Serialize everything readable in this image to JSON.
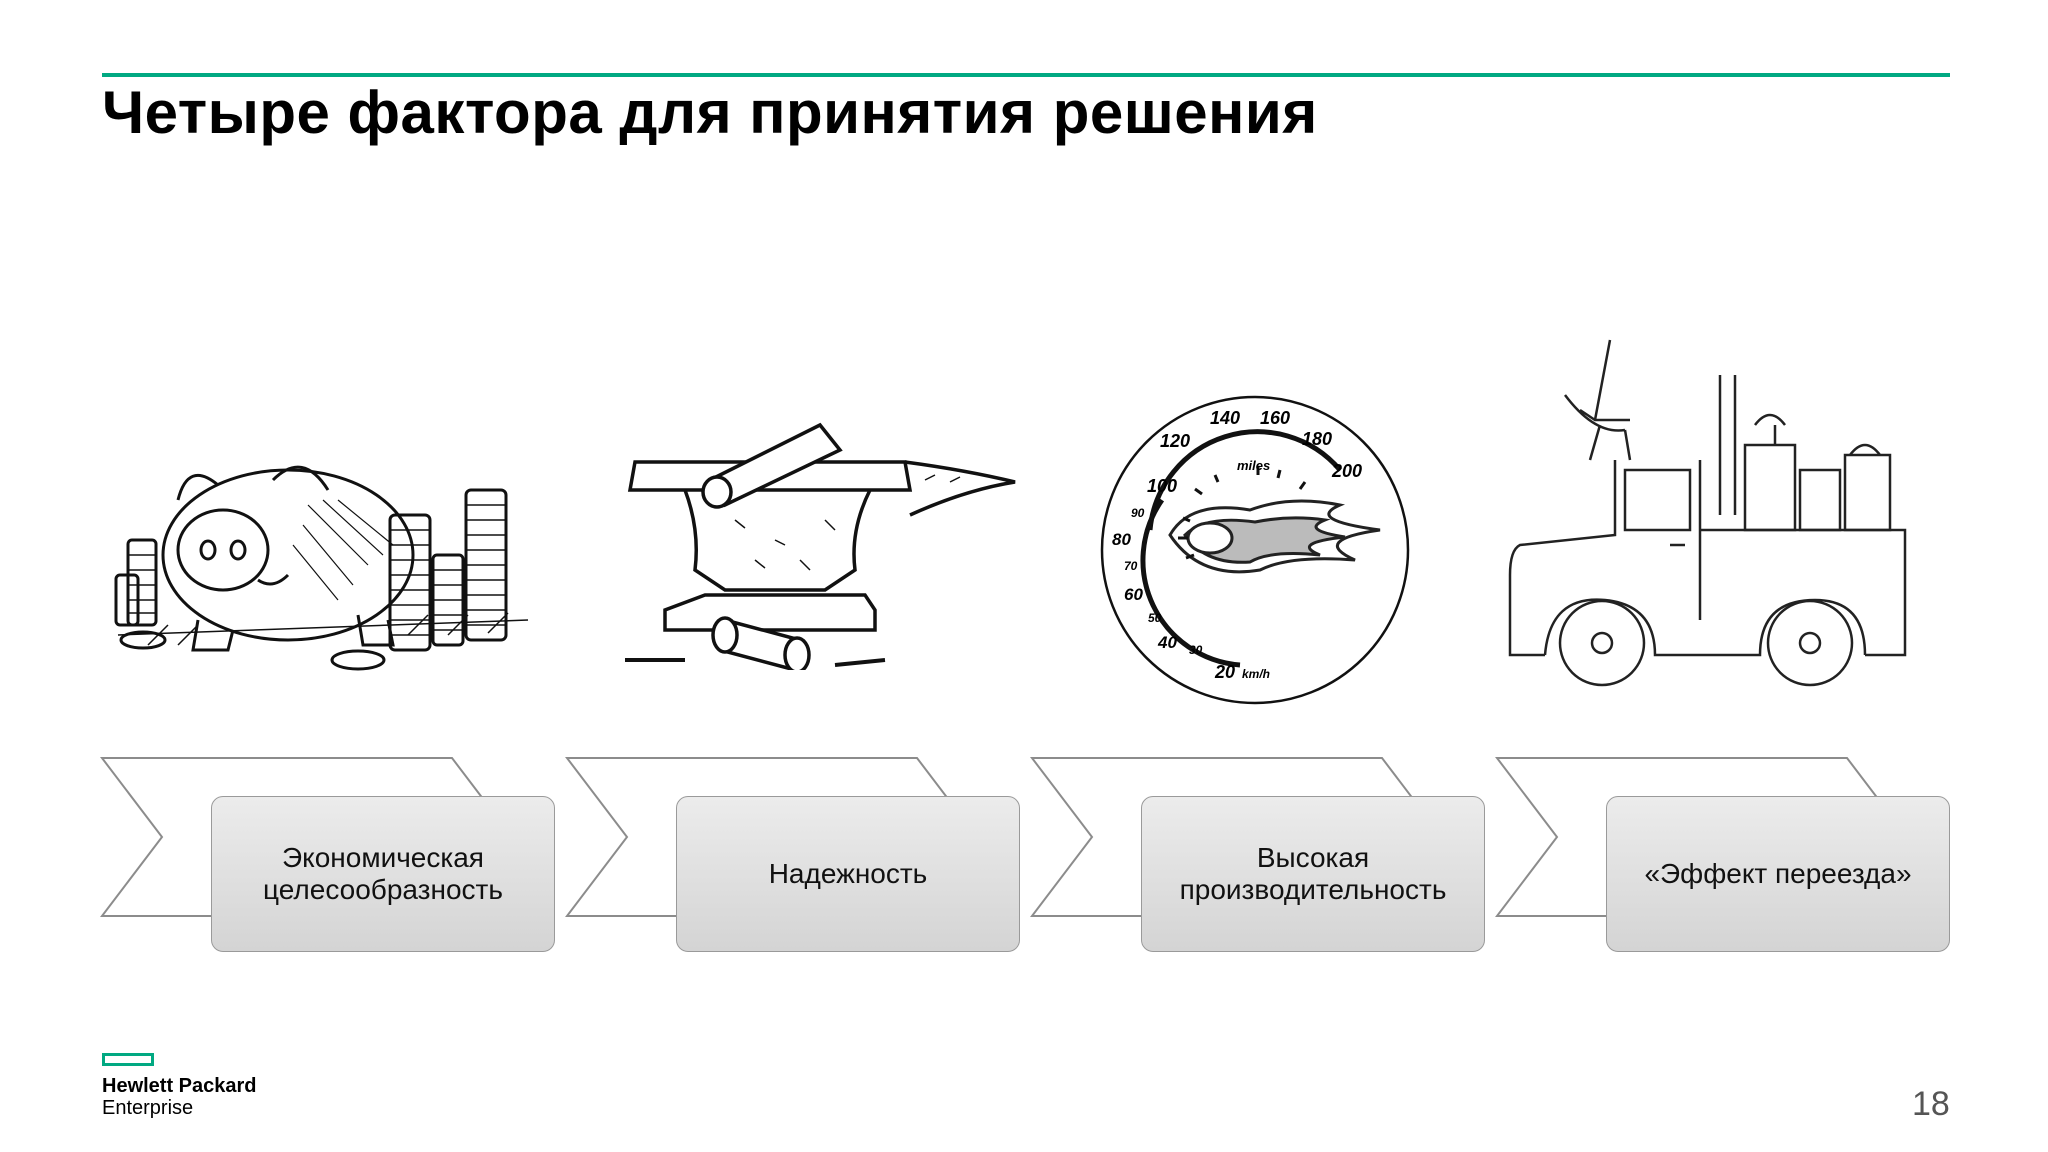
{
  "slide": {
    "title": "Четыре фактора для принятия решения",
    "page_number": "18"
  },
  "factors": [
    {
      "label": "Экономическая целесообразность",
      "icon": "piggy-bank-coins-icon"
    },
    {
      "label": "Надежность",
      "icon": "anvil-icon"
    },
    {
      "label": "Высокая производительность",
      "icon": "speedometer-flames-icon"
    },
    {
      "label": "«Эффект переезда»",
      "icon": "moving-truck-icon"
    }
  ],
  "speedometer": {
    "miles_ticks": [
      "100",
      "120",
      "140",
      "160",
      "180",
      "200"
    ],
    "miles_label": "miles",
    "kmh_ticks": [
      "20",
      "30",
      "40",
      "50",
      "60",
      "70",
      "80",
      "90"
    ],
    "kmh_label": "km/h"
  },
  "logo": {
    "line1": "Hewlett Packard",
    "line2": "Enterprise"
  },
  "colors": {
    "accent": "#01a982",
    "box_fill": "#dcdcdc",
    "box_border": "#9a9a9a"
  }
}
